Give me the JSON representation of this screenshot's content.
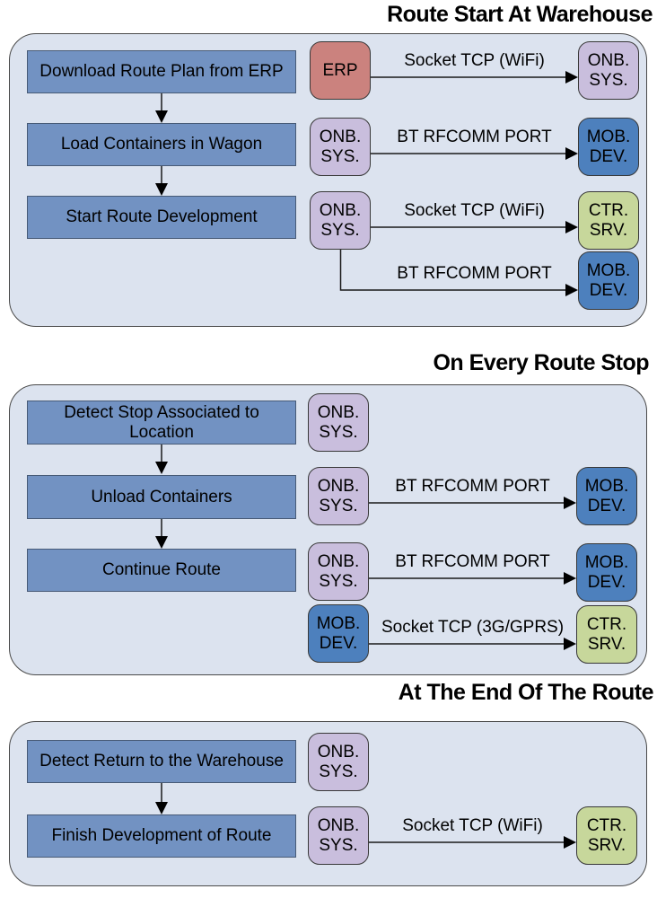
{
  "colors": {
    "panel": "#dce3ef",
    "process": "#7292c2",
    "erp": "#cb827e",
    "onb": "#c9bedd",
    "mob": "#4d80bd",
    "ctr": "#c7d79b"
  },
  "sections": [
    {
      "title": "Route Start At Warehouse",
      "rows": [
        {
          "process": "Download Route Plan from ERP",
          "source": {
            "type": "erp",
            "lines": [
              "ERP"
            ]
          },
          "link": "Socket TCP (WiFi)",
          "target": {
            "type": "onb",
            "lines": [
              "ONB.",
              "SYS."
            ]
          }
        },
        {
          "process": "Load Containers in Wagon",
          "source": {
            "type": "onb",
            "lines": [
              "ONB.",
              "SYS."
            ]
          },
          "link": "BT RFCOMM PORT",
          "target": {
            "type": "mob",
            "lines": [
              "MOB.",
              "DEV."
            ]
          }
        },
        {
          "process": "Start Route Development",
          "source": {
            "type": "onb",
            "lines": [
              "ONB.",
              "SYS."
            ]
          },
          "link": "Socket TCP (WiFi)",
          "target": {
            "type": "ctr",
            "lines": [
              "CTR.",
              "SRV."
            ]
          }
        }
      ],
      "branch": {
        "link": "BT RFCOMM PORT",
        "target": {
          "type": "mob",
          "lines": [
            "MOB.",
            "DEV."
          ]
        }
      }
    },
    {
      "title": "On Every Route Stop",
      "rows": [
        {
          "process": "Detect Stop Associated to Location",
          "source": {
            "type": "onb",
            "lines": [
              "ONB.",
              "SYS."
            ]
          }
        },
        {
          "process": "Unload Containers",
          "source": {
            "type": "onb",
            "lines": [
              "ONB.",
              "SYS."
            ]
          },
          "link": "BT RFCOMM PORT",
          "target": {
            "type": "mob",
            "lines": [
              "MOB.",
              "DEV."
            ]
          }
        },
        {
          "process": "Continue Route",
          "source": {
            "type": "onb",
            "lines": [
              "ONB.",
              "SYS."
            ]
          },
          "link": "BT RFCOMM PORT",
          "target": {
            "type": "mob",
            "lines": [
              "MOB.",
              "DEV."
            ]
          }
        },
        {
          "source": {
            "type": "mob",
            "lines": [
              "MOB.",
              "DEV."
            ]
          },
          "link": "Socket TCP (3G/GPRS)",
          "target": {
            "type": "ctr",
            "lines": [
              "CTR.",
              "SRV."
            ]
          }
        }
      ]
    },
    {
      "title": "At The End Of The Route",
      "rows": [
        {
          "process": "Detect Return to the Warehouse",
          "source": {
            "type": "onb",
            "lines": [
              "ONB.",
              "SYS."
            ]
          }
        },
        {
          "process": "Finish Development of Route",
          "source": {
            "type": "onb",
            "lines": [
              "ONB.",
              "SYS."
            ]
          },
          "link": "Socket TCP (WiFi)",
          "target": {
            "type": "ctr",
            "lines": [
              "CTR.",
              "SRV."
            ]
          }
        }
      ]
    }
  ]
}
